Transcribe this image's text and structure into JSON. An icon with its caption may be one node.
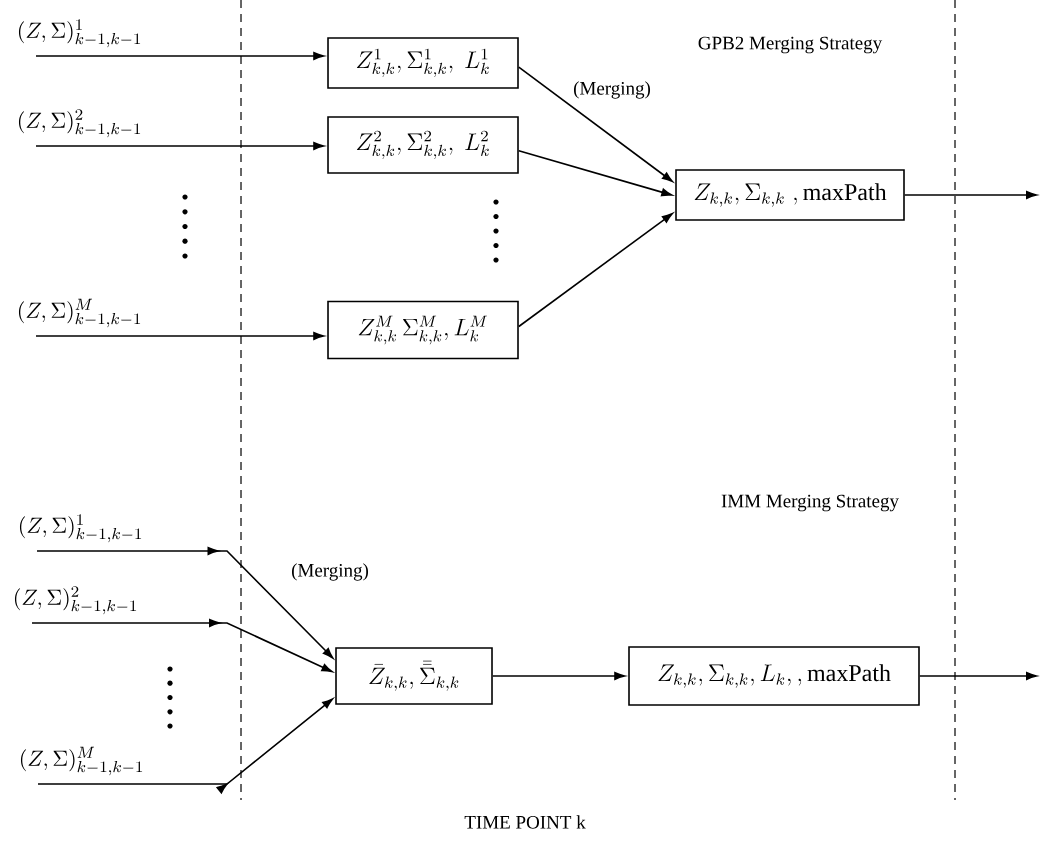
{
  "diagram": {
    "nodes": [
      {
        "text": [
          "(Z,\\Sigma)^{1}_{k-1,k-1}"
        ]
      },
      {
        "text": [
          "(Z,\\Sigma)^{2}_{k-1,k-1}"
        ]
      },
      {
        "text": [
          "(Z,\\Sigma)^{M}_{k-1,k-1}"
        ]
      },
      {
        "text": [
          "Z^{1}_{k,k}, \\Sigma^{1}_{k,k},\\ L^{1}_{k}"
        ]
      },
      {
        "text": [
          "Z^{2}_{k,k}, \\Sigma^{2}_{k,k},\\ L^{2}_{k}"
        ]
      },
      {
        "text": [
          "Z^{M}_{k,k}\\,\\Sigma^{M}_{k,k}, L^{M}_{k}"
        ]
      },
      {
        "text": [
          "Z_{k,k}, \\Sigma_{k,k}\\;, \\mathrm{maxPath}"
        ]
      },
      {
        "text": [
          "(Z,\\Sigma)^{1}_{k-1,k-1}"
        ]
      },
      {
        "text": [
          "(Z,\\Sigma)^{2}_{k-1,k-1}"
        ]
      },
      {
        "text": [
          "(Z,\\Sigma)^{M}_{k-1,k-1}"
        ]
      },
      {
        "text": [
          "\\bar{Z}_{k,k}, \\bar{\\bar{\\Sigma}}_{k,k}"
        ]
      },
      {
        "text": [
          "Z_{k,k}, \\Sigma_{k,k}, L_{k}, , \\mathrm{maxPath}"
        ]
      }
    ],
    "edges": [
      {
        "from": 0,
        "to": 3,
        "arrow": "to"
      },
      {
        "from": 1,
        "to": 4,
        "arrow": "to"
      },
      {
        "from": 2,
        "to": 5,
        "arrow": "to"
      },
      {
        "from": 3,
        "to": 6,
        "arrow": "to"
      },
      {
        "from": 4,
        "to": 6,
        "arrow": "to"
      },
      {
        "from": 5,
        "to": 6,
        "arrow": "to"
      },
      {
        "from": 6,
        "to": null,
        "arrow": "to"
      },
      {
        "from": 7,
        "to": 10,
        "arrow": "to"
      },
      {
        "from": 8,
        "to": 10,
        "arrow": "to"
      },
      {
        "from": 9,
        "to": 10,
        "arrow": "to"
      },
      {
        "from": 10,
        "to": 11,
        "arrow": "to"
      },
      {
        "from": 11,
        "to": null,
        "arrow": "to"
      }
    ],
    "labels": [
      "GPB2 Merging Strategy",
      "(Merging)",
      "IMM Merging Strategy",
      "(Merging)",
      "TIME POINT k"
    ]
  }
}
